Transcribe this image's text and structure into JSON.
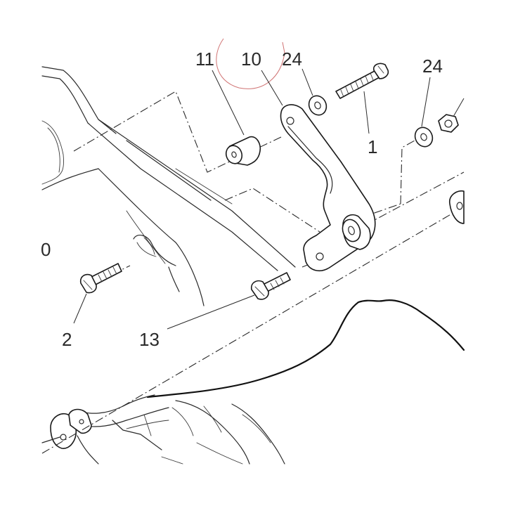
{
  "diagram": {
    "callouts": [
      {
        "id": "callout-11",
        "label": "11"
      },
      {
        "id": "callout-10",
        "label": "10"
      },
      {
        "id": "callout-24-left",
        "label": "24"
      },
      {
        "id": "callout-24-right",
        "label": "24"
      },
      {
        "id": "callout-1",
        "label": "1"
      },
      {
        "id": "callout-0",
        "label": "0"
      },
      {
        "id": "callout-2",
        "label": "2"
      },
      {
        "id": "callout-13",
        "label": "13"
      }
    ],
    "accent_colors": {
      "line": "#2a2a2a",
      "stamp_circle": "#c85a5a",
      "background": "#ffffff"
    }
  }
}
